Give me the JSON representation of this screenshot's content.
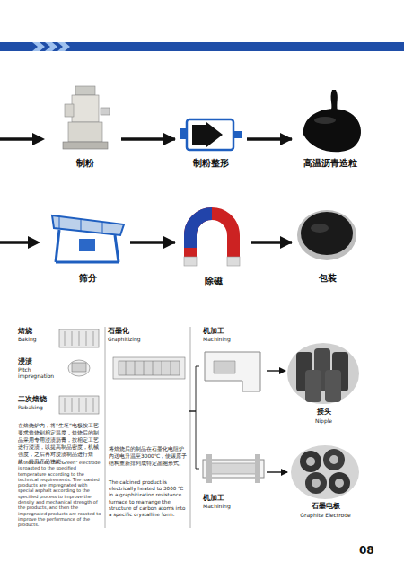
{
  "diagram": {
    "nodes": [
      {
        "text": [
          "制粉"
        ]
      },
      {
        "text": [
          "制粉整形"
        ]
      },
      {
        "text": [
          "高温沥青造粒"
        ]
      },
      {
        "text": [
          "筛分"
        ]
      },
      {
        "text": [
          "除磁"
        ]
      },
      {
        "text": [
          "包装"
        ]
      },
      {
        "text": [
          "焙烧",
          "Baking"
        ]
      },
      {
        "text": [
          "浸渍",
          "Pitch impregnation"
        ]
      },
      {
        "text": [
          "二次焙烧",
          "Rebaking"
        ]
      },
      {
        "text": [
          "石墨化",
          "Graphitizing",
          "将焙烧后的制品在石墨化电阻炉内送电升温至3000℃，使碳原子结构重新排列成特定晶胞形式。",
          "The calcined product is electrically heated to 3000 ℃ in a graphitization resistance furnace to rearrange the structure of carbon atoms into a specific crystalline form."
        ]
      },
      {
        "text": [
          "机加工",
          "Machining"
        ]
      },
      {
        "text": [
          "接头",
          "Nipple"
        ]
      },
      {
        "text": [
          "机加工",
          "Machining"
        ]
      },
      {
        "text": [
          "石墨电极",
          "Graphite Electrode"
        ]
      }
    ],
    "edges": [
      {
        "from": 0,
        "to": 1,
        "arrow": "to"
      },
      {
        "from": 1,
        "to": 2,
        "arrow": "to"
      },
      {
        "from": 3,
        "to": 4,
        "arrow": "to"
      },
      {
        "from": 4,
        "to": 5,
        "arrow": "to"
      },
      {
        "from": 9,
        "to": 10,
        "arrow": "none"
      },
      {
        "from": 9,
        "to": 12,
        "arrow": "none"
      },
      {
        "from": 10,
        "to": 11,
        "arrow": "to"
      },
      {
        "from": 12,
        "to": 13,
        "arrow": "to"
      }
    ],
    "labels": [
      "在焙烧炉内，将“生坯”电极按工艺要求焙烧到相定温度，焙烧后的制品采用专用浸渍沥青，按相定工艺进行浸渍，以提高制品密度，机械强度，之后再对浸渍制品进行焙烧，提升产品性能。",
      "In the roaster, the \"Green\" electrode is roasted to the specified temperature according to the technical requirements. The roasted products are impregnated with special asphalt according to the specified process to improve the density and mechanical strength of the products, and then the impregnated products are roasted to improve the performance of the products.",
      "08"
    ]
  }
}
